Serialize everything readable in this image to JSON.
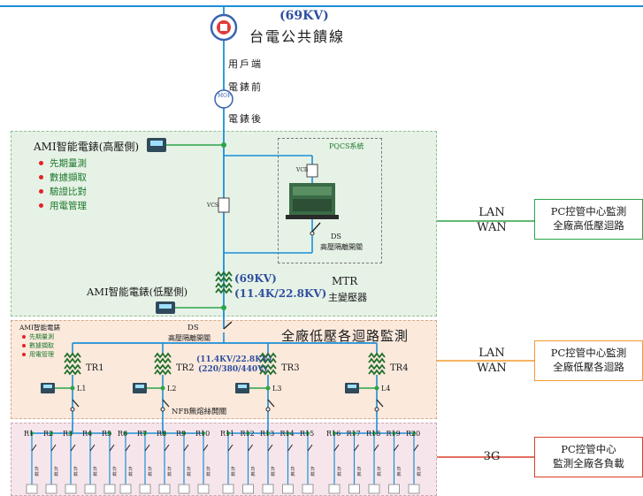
{
  "grid": {
    "voltage": "(69KV)",
    "name": "台電公共饋線",
    "customer_end": "用戶端",
    "before_meter": "電錶前",
    "meter_logo": "MOF",
    "after_meter": "電錶後"
  },
  "hv_zone": {
    "ami_title": "AMI智能電錶(高壓側)",
    "functions": [
      "先期量測",
      "數據擷取",
      "驗證比對",
      "用電管理"
    ],
    "pqcs_title": "PQCS系統",
    "vcb": "VCB",
    "vcs": "VCS",
    "ds_label": "DS",
    "ds_desc": "高壓隔離開關",
    "ami_low_title": "AMI智能電錶(低壓側)",
    "mtr_primary": "(69KV)",
    "mtr_secondary": "(11.4K/22.8KV)",
    "mtr_label": "MTR",
    "mtr_desc": "主變壓器"
  },
  "lv_zone": {
    "title": "全廠低壓各迴路監測",
    "ami_title": "AMI智能電錶",
    "functions": [
      "先期量測",
      "數據擷取",
      "用電管理"
    ],
    "ds_label": "DS",
    "ds_desc": "高壓隔離開關",
    "tr_voltage": "(11.4KV/22.8KV)",
    "tr_low_voltage": "(220/380/440V)",
    "transformers": [
      "TR1",
      "TR2",
      "TR3",
      "TR4"
    ],
    "meters": [
      "L1",
      "L2",
      "L3",
      "L4"
    ],
    "nfb": "NFB無熔絲開關"
  },
  "load_zone": {
    "circuits": [
      "R1",
      "R2",
      "R3",
      "R4",
      "R5",
      "R6",
      "R7",
      "R8",
      "R9",
      "R10",
      "R11",
      "R12",
      "R13",
      "R14",
      "R15",
      "R16",
      "R17",
      "R18",
      "R19",
      "R20"
    ],
    "load_label": "負載"
  },
  "links": [
    {
      "comm": [
        "LAN",
        "WAN"
      ],
      "text": [
        "PC控管中心監測",
        "全廠高低壓迴路"
      ],
      "color": "#2ca44a"
    },
    {
      "comm": [
        "LAN",
        "WAN"
      ],
      "text": [
        "PC控管中心監測",
        "全廠低壓各迴路"
      ],
      "color": "#f29a2e"
    },
    {
      "comm": [
        "3G"
      ],
      "text": [
        "PC控管中心",
        "監測全廠各負載"
      ],
      "color": "#d9402b"
    }
  ],
  "colors": {
    "bus": "#1b8fd6",
    "hv_fill": "#e7f2e7",
    "lv_fill": "#fbe9dc",
    "load_fill": "#f6e6ec",
    "green": "#2ca44a",
    "orange": "#f29a2e",
    "red": "#d9402b"
  }
}
